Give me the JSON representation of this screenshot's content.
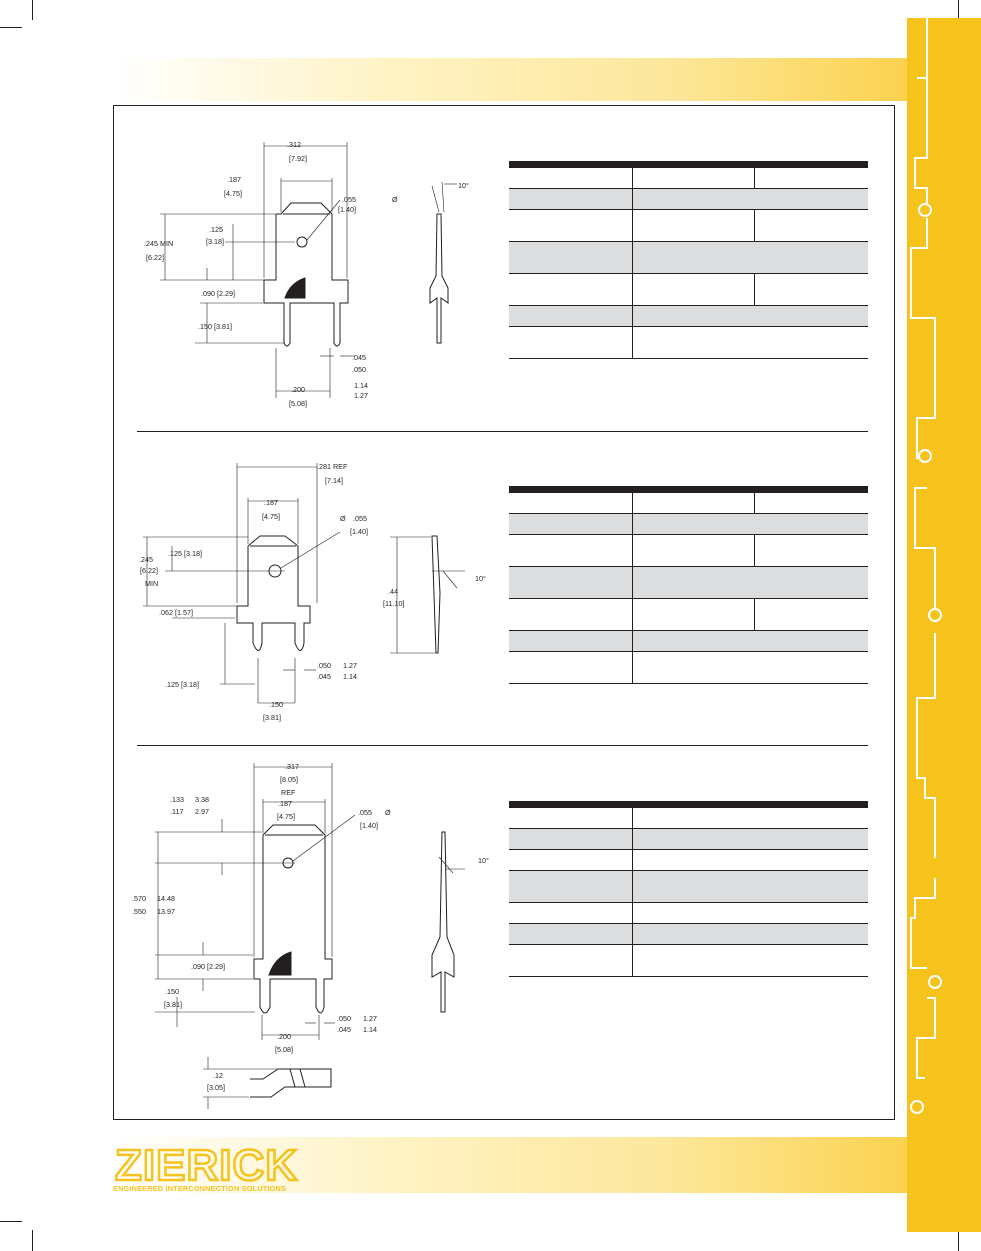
{
  "brand": {
    "logo_text": "ZIERICK",
    "tagline": "ENGINEERED INTERCONNECTION SOLUTIONS",
    "colors": {
      "accent_yellow": "#f6c21c",
      "ink": "#231f20",
      "row_shade": "#dcdddf"
    }
  },
  "drawing1": {
    "width_total": ".312",
    "width_total_mm": "[7.92]",
    "shoulder_width": ".187",
    "shoulder_width_mm": "[4.75]",
    "hole_dia": ".055",
    "hole_dia_mm": "[1.40]",
    "dia_symbol": "Ø",
    "hole_offset": ".125",
    "hole_offset_mm": "[3.18]",
    "height_min": ".245 MIN",
    "height_min_mm": "[6.22]",
    "tab_height": ".090 [2.29]",
    "leg_length": ".150 [3.81]",
    "leg_thick_a": ".045",
    "leg_thick_b": ".050",
    "leg_thick_mm_a": "1.14",
    "leg_thick_mm_b": "1.27",
    "leg_spacing": ".200",
    "leg_spacing_mm": "[5.08]",
    "angle": "10°"
  },
  "drawing2": {
    "width_ref": ".281  REF",
    "width_ref_mm": "[7.14]",
    "shoulder_width": ".187",
    "shoulder_width_mm": "[4.75]",
    "hole_dia": ".055",
    "hole_dia_mm": "[1.40]",
    "dia_symbol": "Ø",
    "hole_offset": ".125 [3.18]",
    "height": ".245",
    "height_mm": "[6.22]",
    "height_min": "MIN",
    "tab_height": ".062 [1.57]",
    "side_height": ".44",
    "side_height_mm": "[11.10]",
    "angle": "10°",
    "leg_thick": ".050",
    "leg_thick_b": ".045",
    "leg_thick_mm": "1.27",
    "leg_thick_mm_b": "1.14",
    "leg_length": ".125 [3.18]",
    "leg_spacing": ".150",
    "leg_spacing_mm": "[3.81]"
  },
  "drawing3": {
    "width_total": ".317",
    "width_total_mm": "[8.05]",
    "shoulder_ref": "REF",
    "shoulder_width": ".187",
    "shoulder_width_mm": "[4.75]",
    "top_a": ".133",
    "top_a_mm": "3.38",
    "top_b": ".117",
    "top_b_mm": "2.97",
    "hole_dia": ".055",
    "hole_dia_mm": "[1.40]",
    "dia_symbol": "Ø",
    "height_a": ".570",
    "height_a_mm": "14.48",
    "height_b": ".550",
    "height_b_mm": "13.97",
    "tab_height": ".090 [2.29]",
    "leg_length": ".150",
    "leg_length_mm": "[3.81]",
    "leg_thick": ".050",
    "leg_thick_b": ".045",
    "leg_thick_mm": "1.27",
    "leg_thick_mm_b": "1.14",
    "leg_spacing": ".200",
    "leg_spacing_mm": "[5.08]",
    "offset": ".12",
    "offset_mm": "[3.05]",
    "angle": "10°"
  }
}
